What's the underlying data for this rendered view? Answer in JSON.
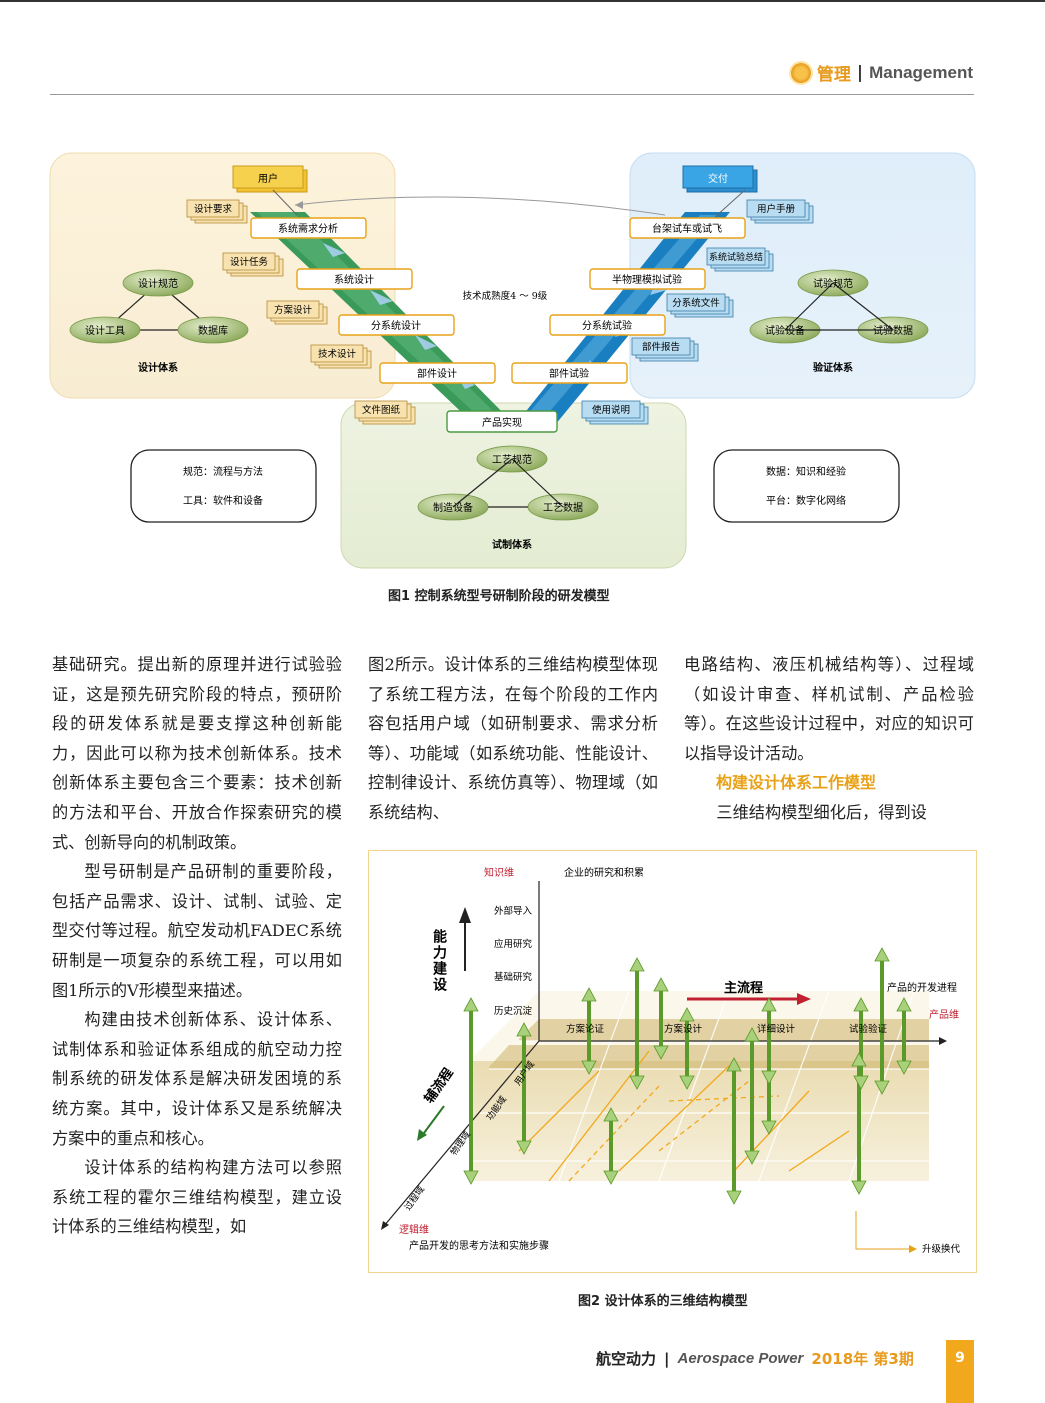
{
  "header": {
    "section_cn": "管理",
    "section_en": "Management"
  },
  "figure1": {
    "caption": "图1  控制系统型号研制阶段的研发模型",
    "user": "用户",
    "deliver": "交付",
    "maturity": "技术成熟度4 ～ 9级",
    "left_steps": [
      "系统需求分析",
      "系统设计",
      "分系统设计",
      "部件设计"
    ],
    "bottom_step": "产品实现",
    "right_steps": [
      "台架试车或试飞",
      "半物理模拟试验",
      "分系统试验",
      "部件试验"
    ],
    "left_docs": [
      "设计要求",
      "设计任务",
      "方案设计",
      "技术设计",
      "文件图纸"
    ],
    "right_docs": [
      "用户手册",
      "系统试验总结",
      "分系统文件",
      "部件报告",
      "使用说明"
    ],
    "design_system": {
      "top": "设计规范",
      "left": "设计工具",
      "right": "数据库",
      "label": "设计体系"
    },
    "verify_system": {
      "top": "试验规范",
      "left": "试验设备",
      "right": "试验数据",
      "label": "验证体系"
    },
    "make_system": {
      "top": "工艺规范",
      "left": "制造设备",
      "right": "工艺数据",
      "label": "试制体系"
    },
    "left_box": [
      "规范：流程与方法",
      "工具：软件和设备"
    ],
    "right_box": [
      "数据：知识和经验",
      "平台：数字化网络"
    ]
  },
  "col1": [
    "基础研究。提出新的原理并进行试验验证，这是预先研究阶段的特点，预研阶段的研发体系就是要支撑这种创新能力，因此可以称为技术创新体系。技术创新体系主要包含三个要素：技术创新的方法和平台、开放合作探索研究的模式、创新导向的机制政策。",
    "型号研制是产品研制的重要阶段，包括产品需求、设计、试制、试验、定型交付等过程。航空发动机FADEC系统研制是一项复杂的系统工程，可以用如图1所示的V形模型来描述。",
    "构建由技术创新体系、设计体系、试制体系和验证体系组成的航空动力控制系统的研发体系是解决研发困境的系统方案。其中，设计体系又是系统解决方案中的重点和核心。",
    "设计体系的结构构建方法可以参照系统工程的霍尔三维结构模型，建立设计体系的三维结构模型，如"
  ],
  "col2": "图2所示。设计体系的三维结构模型体现了系统工程方法，在每个阶段的工作内容包括用户域（如研制要求、需求分析等）、功能域（如系统功能、性能设计、控制律设计、系统仿真等）、物理域（如系统结构、",
  "col3": {
    "p1": "电路结构、液压机械结构等）、过程域（如设计审查、样机试制、产品检验等）。在这些设计过程中，对应的知识可以指导设计活动。",
    "heading": "构建设计体系工作模型",
    "p2": "三维结构模型细化后，得到设"
  },
  "figure2": {
    "caption": "图2  设计体系的三维结构模型",
    "knowledge_axis": "知识维",
    "knowledge_desc": "企业的研究和积累",
    "capability": "能力建设",
    "levels": [
      "外部导入",
      "应用研究",
      "基础研究",
      "历史沉淀"
    ],
    "main_flow": "主流程",
    "product_progress": "产品的开发进程",
    "product_axis": "产品维",
    "stages": [
      "方案论证",
      "方案设计",
      "详细设计",
      "试验验证"
    ],
    "aux_flow": "辅流程",
    "domains": [
      "用户域",
      "功能域",
      "物理域",
      "过程域"
    ],
    "logic_axis": "逻辑维",
    "logic_desc": "产品开发的思考方法和实施步骤",
    "upgrade": "升级换代"
  },
  "footer": {
    "journal_cn": "航空动力",
    "journal_en": "Aerospace Power",
    "issue": "2018年 第3期",
    "page": "9"
  }
}
